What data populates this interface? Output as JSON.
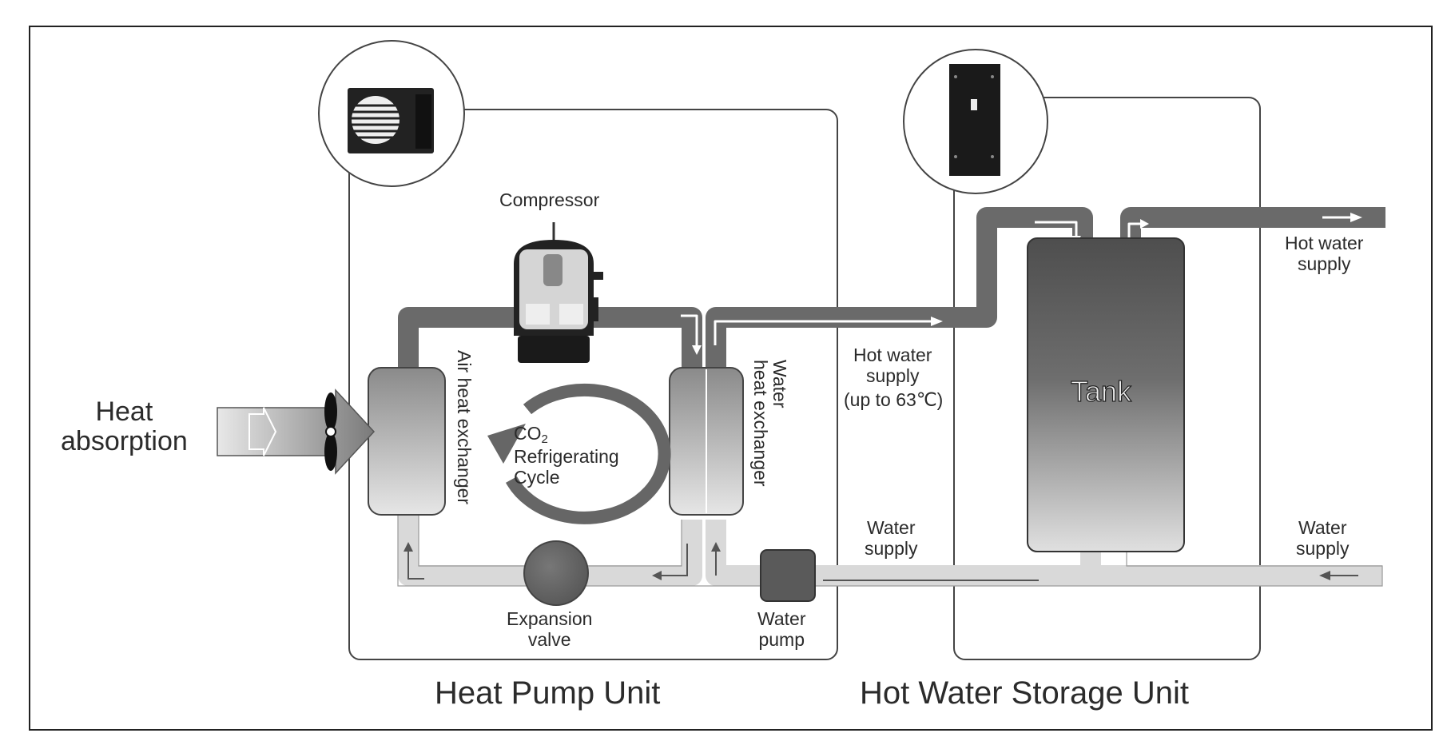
{
  "labels": {
    "heat_absorption": "Heat\nabsorption",
    "compressor": "Compressor",
    "air_heat_exchanger": "Air heat exchanger",
    "water_heat_exchanger": "Water\nheat exchanger",
    "co2_main": "CO",
    "co2_sub": "2",
    "refrigerating": "Refrigerating",
    "cycle": "Cycle",
    "expansion_valve": "Expansion\nvalve",
    "water_pump": "Water\npump",
    "hot_water_supply_mid": "Hot water\nsupply",
    "temp_prefix": "(up to ",
    "temp_value": "63",
    "temp_suffix": "℃)",
    "water_supply_mid": "Water\nsupply",
    "tank": "Tank",
    "hot_water_supply_right": "Hot water\nsupply",
    "water_supply_right": "Water\nsupply",
    "heat_pump_unit": "Heat Pump Unit",
    "hot_water_storage_unit": "Hot Water Storage Unit"
  },
  "colors": {
    "pipe_dark": "#6a6a6a",
    "pipe_light": "#d9d9d9",
    "frame": "#444444",
    "tank_top": "#555555",
    "tank_bottom": "#d8d8d8"
  }
}
